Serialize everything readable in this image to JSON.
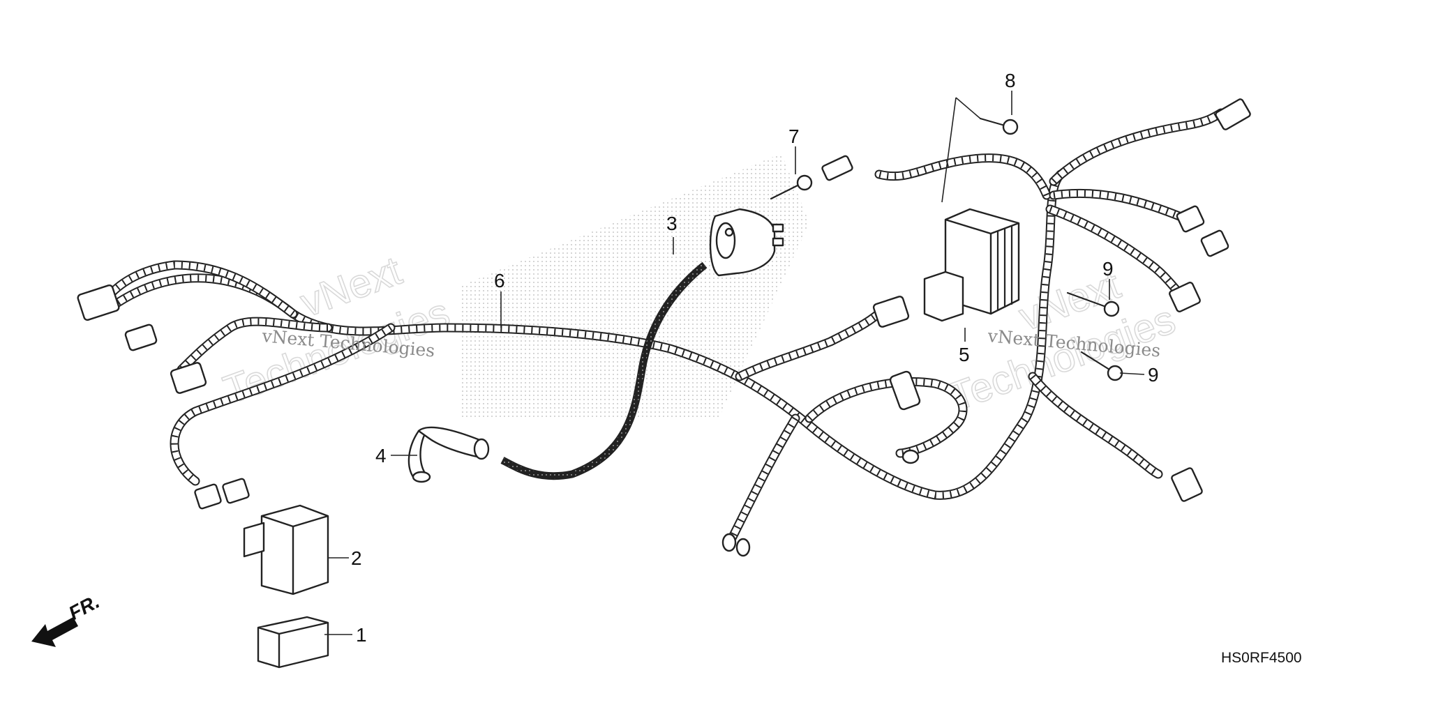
{
  "callouts": {
    "c1": "1",
    "c2": "2",
    "c3": "3",
    "c4": "4",
    "c5": "5",
    "c6": "6",
    "c7": "7",
    "c8": "8",
    "c9a": "9",
    "c9b": "9"
  },
  "watermark": {
    "text": "vNext Technologies",
    "big_line1": "vNext",
    "big_line2": "Technologies"
  },
  "orientation": {
    "label": "FR."
  },
  "diagram_code": "HS0RF4500",
  "colors": {
    "line": "#222222",
    "background": "#ffffff",
    "watermark": "#d9d9d9"
  }
}
